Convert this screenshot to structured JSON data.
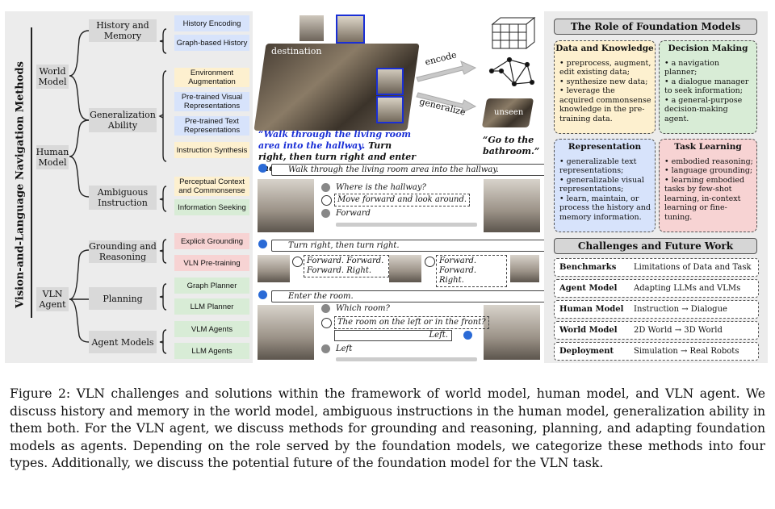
{
  "taxonomy": {
    "title": "Vision-and-Language Navigation Methods",
    "level1": [
      "World Model",
      "Human Model",
      "VLN Agent"
    ],
    "groups": [
      {
        "label": "History and Memory",
        "leaves": [
          "History Encoding",
          "Graph-based History"
        ]
      },
      {
        "label": "Generalization Ability",
        "leaves": [
          "Environment Augmentation",
          "Pre-trained Visual Representations",
          "Pre-trained Text Representations",
          "Instruction Synthesis"
        ]
      },
      {
        "label": "Ambiguous Instruction",
        "leaves": [
          "Perceptual Context and Commonsense",
          "Information Seeking"
        ]
      },
      {
        "label": "Grounding and Reasoning",
        "leaves": [
          "Explicit Grounding",
          "VLN Pre-training"
        ]
      },
      {
        "label": "Planning",
        "leaves": [
          "Graph Planner",
          "LLM Planner"
        ]
      },
      {
        "label": "Agent Models",
        "leaves": [
          "VLM Agents",
          "LLM Agents"
        ]
      }
    ]
  },
  "middle": {
    "destination": "destination",
    "encode": "encode",
    "generalize": "generalize",
    "unseen": "unseen",
    "instruction_blue": "“Walk through the living room area into the hallway.",
    "instruction_black": "Turn right, then turn right and enter the room.”",
    "goto": "“Go to the bathroom.”",
    "dialog1": {
      "user": "Walk through the living room area into the hallway.",
      "q": "Where is the hallway?",
      "a": "Move forward and look around.",
      "act": "Forward"
    },
    "dialog2": {
      "user": "Turn right, then turn right.",
      "a1": "Forward. Forward. Forward. Right.",
      "a2": "Forward. Forward. Right."
    },
    "dialog3": {
      "user": "Enter the room.",
      "q": "Which room?",
      "a": "The room on the left or in the front?",
      "reply": "Left.",
      "act": "Left"
    }
  },
  "right": {
    "title": "The Role of Foundation Models",
    "boxes": [
      {
        "title": "Data and Knowledge",
        "items": [
          "• preprocess, augment, edit existing data;",
          "• synthesize new data;",
          "• leverage the acquired commonsense knowledge in the pre-training data."
        ]
      },
      {
        "title": "Decision Making",
        "items": [
          "• a navigation planner;",
          "• a dialogue manager to seek information;",
          "• a general-purpose decision-making agent."
        ]
      },
      {
        "title": "Representation",
        "items": [
          "• generalizable text representations;",
          "• generalizable visual representations;",
          "• learn, maintain, or process the history and memory information."
        ]
      },
      {
        "title": "Task Learning",
        "items": [
          "• embodied reasoning;",
          "• language grounding;",
          "• learning embodied tasks by few-shot learning, in-context learning or fine-tuning."
        ]
      }
    ],
    "challenges_title": "Challenges and Future Work",
    "challenges": [
      {
        "name": "Benchmarks",
        "desc": "Limitations of Data and Task"
      },
      {
        "name": "Agent Model",
        "desc": "Adapting LLMs and VLMs"
      },
      {
        "name": "Human Model",
        "desc": "Instruction → Dialogue"
      },
      {
        "name": "World Model",
        "desc": "2D World → 3D World"
      },
      {
        "name": "Deployment",
        "desc": "Simulation → Real Robots"
      }
    ]
  },
  "caption": "Figure 2: VLN challenges and solutions within the framework of world model, human model, and VLN agent. We discuss history and memory in the world model, ambiguous instructions in the human model, generalization ability in them both. For the VLN agent, we discuss methods for grounding and reasoning, planning, and adapting foundation models as agents. Depending on the role served by the foundation models, we categorize these methods into four types. Additionally, we discuss the potential future of the foundation model for the VLN task.",
  "colors": {
    "blue": "#d7e3fb",
    "yellow": "#fdf0cf",
    "green": "#d8ecd6",
    "red": "#f7d3d3",
    "instruction_blue": "#1a2fd6"
  }
}
